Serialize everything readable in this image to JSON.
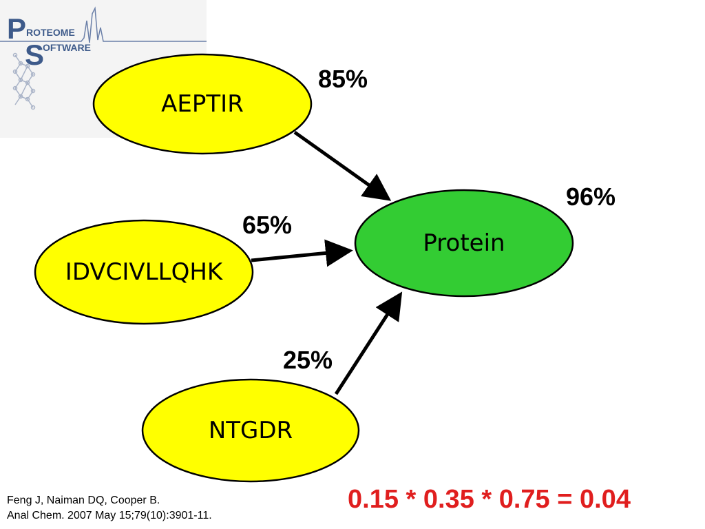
{
  "logo": {
    "text_top": "ROTEOME",
    "text_bottom": "OFTWARE",
    "letter_p": "P",
    "letter_s": "S",
    "color": "#3d5a8a"
  },
  "nodes": {
    "aeptir": {
      "label": "AEPTIR",
      "fill": "#ffff00"
    },
    "idvcivllqhk": {
      "label": "IDVCIVLLQHK",
      "fill": "#ffff00"
    },
    "ntgdr": {
      "label": "NTGDR",
      "fill": "#ffff00"
    },
    "protein": {
      "label": "Protein",
      "fill": "#33cc33"
    }
  },
  "percentages": {
    "aeptir": "85%",
    "idvcivllqhk": "65%",
    "ntgdr": "25%",
    "protein": "96%"
  },
  "formula": {
    "text": "0.15 * 0.35 * 0.75 = 0.04",
    "color": "#e01e1e"
  },
  "citation": {
    "line1": "Feng J, Naiman DQ, Cooper B.",
    "line2": "Anal Chem. 2007 May 15;79(10):3901-11."
  }
}
